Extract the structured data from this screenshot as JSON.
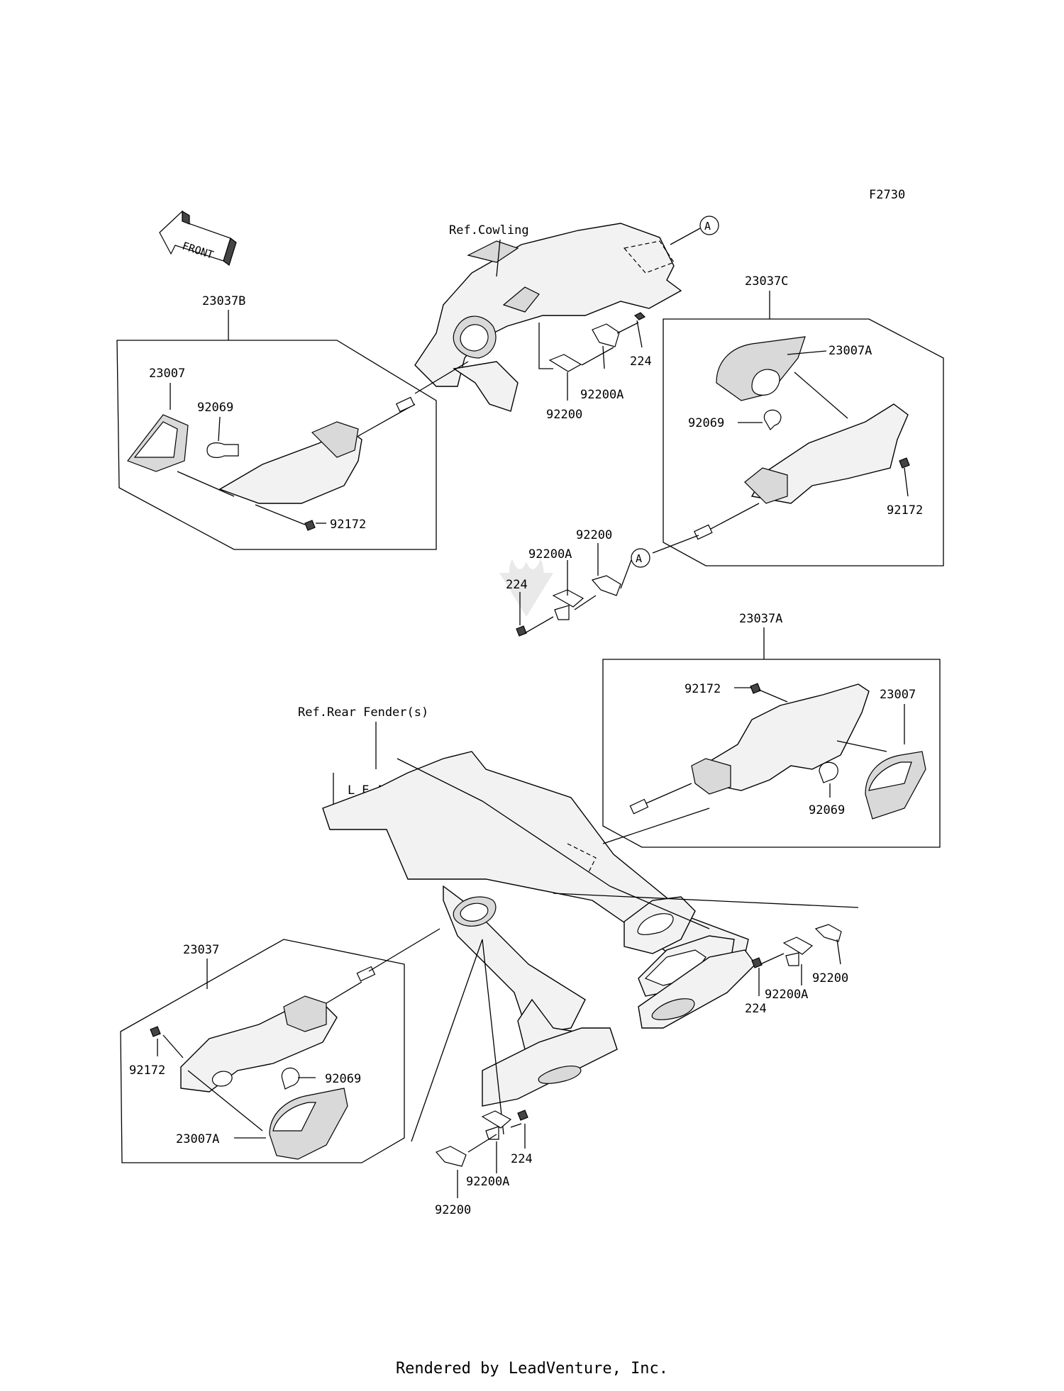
{
  "figure_code": "F2730",
  "front_label": "FRONT",
  "watermark_text": "LEADVENTURE",
  "ref_cowling": "Ref.Cowling",
  "ref_rear_fender": "Ref.Rear Fender(s)",
  "callout_a": "A",
  "callouts": {
    "assy_front_left": "23037B",
    "assy_front_right": "23037C",
    "assy_rear_right": "23037A",
    "assy_rear_left": "23037",
    "lens_a": "23007",
    "lens_b": "23007A",
    "bulb": "92069",
    "screw": "92172",
    "bolt": "224",
    "bracket": "92200",
    "bracket_a": "92200A"
  },
  "footer": "Rendered by LeadVenture, Inc."
}
